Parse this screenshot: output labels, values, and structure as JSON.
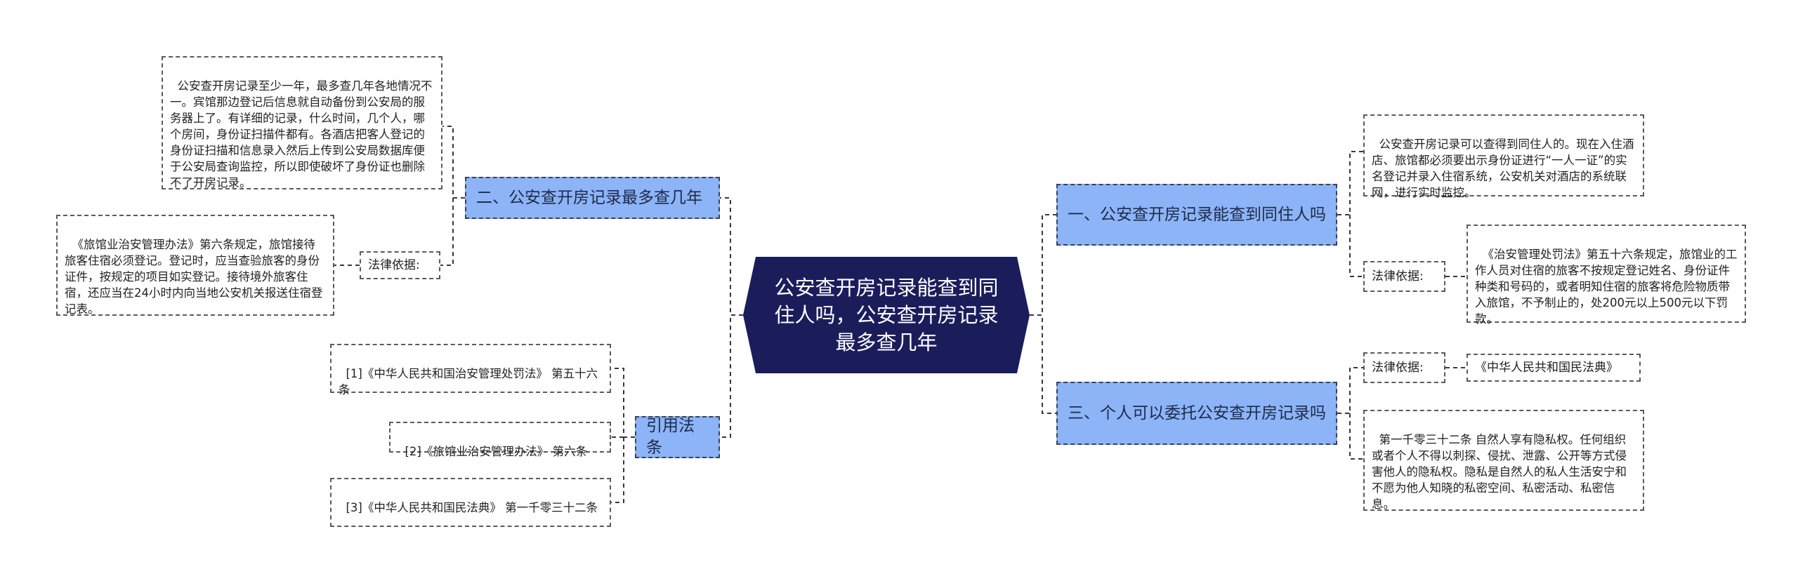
{
  "root": {
    "title": "公安查开房记录能查到同住人吗，公安查开房记录最多查几年"
  },
  "left": {
    "branch2": {
      "title": "二、公安查开房记录最多查几年",
      "detail": "公安查开房记录至少一年，最多查几年各地情况不一。宾馆那边登记后信息就自动备份到公安局的服务器上了。有详细的记录，什么时间，几个人，哪个房间，身份证扫描件都有。各酒店把客人登记的身份证扫描和信息录入然后上传到公安局数据库便于公安局查询监控，所以即使破坏了身份证也删除不了开房记录。",
      "law_label": "法律依据:",
      "law_text": "《旅馆业治安管理办法》第六条规定，旅馆接待旅客住宿必须登记。登记时，应当查验旅客的身份证件，按规定的项目如实登记。接待境外旅客住宿，还应当在24小时内向当地公安机关报送住宿登记表。"
    },
    "refs": {
      "title": "引用法条",
      "items": [
        "[1]《中华人民共和国治安管理处罚法》 第五十六条",
        "[2]《旅馆业治安管理办法》 第六条",
        "[3]《中华人民共和国民法典》 第一千零三十二条"
      ]
    }
  },
  "right": {
    "branch1": {
      "title": "一、公安查开房记录能查到同住人吗",
      "detail": "公安查开房记录可以查得到同住人的。现在入住酒店、旅馆都必须要出示身份证进行“一人一证”的实名登记并录入住宿系统，公安机关对酒店的系统联网，进行实时监控。",
      "law_label": "法律依据:",
      "law_text": "《治安管理处罚法》第五十六条规定，旅馆业的工作人员对住宿的旅客不按规定登记姓名、身份证件种类和号码的，或者明知住宿的旅客将危险物质带入旅馆，不予制止的，处200元以上500元以下罚款。"
    },
    "branch3": {
      "title": "三、个人可以委托公安查开房记录吗",
      "law_label": "法律依据:",
      "law_source": "《中华人民共和国民法典》",
      "law_text": "第一千零三十二条 自然人享有隐私权。任何组织或者个人不得以刺探、侵扰、泄露、公开等方式侵害他人的隐私权。隐私是自然人的私人生活安宁和不愿为他人知晓的私密空间、私密活动、私密信息。"
    }
  },
  "colors": {
    "root_bg": "#1b1d5b",
    "branch_bg": "#8cb4f7",
    "line": "#333a44"
  }
}
